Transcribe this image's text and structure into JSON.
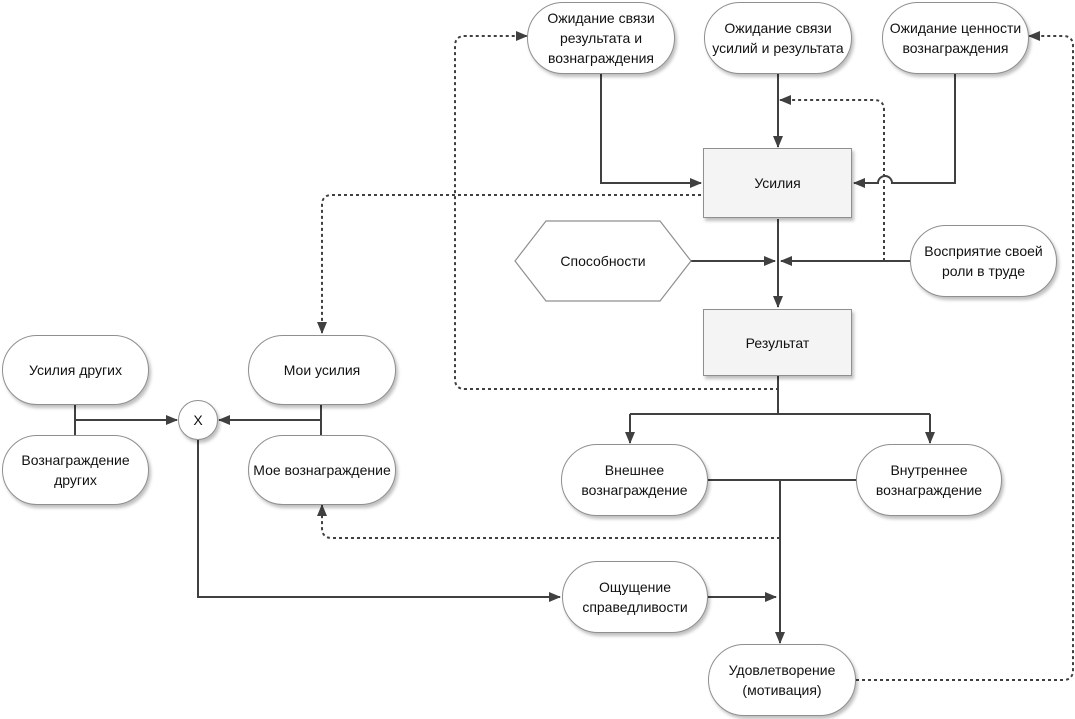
{
  "diagram": {
    "nodes": {
      "expect_reward_link": "Ожидание связи результата и вознаграждения",
      "expect_effort_link": "Ожидание связи усилий и результата",
      "expect_reward_value": "Ожидание ценности вознаграждения",
      "effort": "Усилия",
      "ability": "Способности",
      "role_perception": "Восприятие своей роли в труде",
      "result": "Результат",
      "others_effort": "Усилия других",
      "my_effort": "Мои усилия",
      "others_reward": "Вознаграждение других",
      "my_reward": "Мое вознаграждение",
      "compare": "X",
      "external_reward": "Внешнее вознаграждение",
      "internal_reward": "Внутреннее вознаграждение",
      "fairness": "Ощущение справедливости",
      "satisfaction": "Удовлетворение (мотивация)"
    },
    "colors": {
      "line": "#404040",
      "node_border": "#8f8f8f",
      "node_fill": "#ffffff",
      "rect_fill": "#f4f4f4"
    }
  }
}
